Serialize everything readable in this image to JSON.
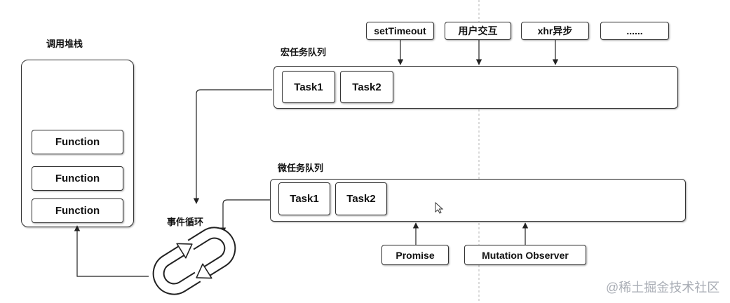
{
  "call_stack": {
    "title": "调用堆栈",
    "functions": [
      "Function",
      "Function",
      "Function"
    ]
  },
  "macro_queue": {
    "title": "宏任务队列",
    "tasks": [
      "Task1",
      "Task2"
    ],
    "sources": [
      "setTimeout",
      "用户交互",
      "xhr异步",
      "......"
    ]
  },
  "micro_queue": {
    "title": "微任务队列",
    "tasks": [
      "Task1",
      "Task2"
    ],
    "sources": [
      "Promise",
      "Mutation Observer"
    ]
  },
  "event_loop": {
    "label": "事件循环"
  },
  "watermark": {
    "text": "@稀土掘金技术社区"
  }
}
